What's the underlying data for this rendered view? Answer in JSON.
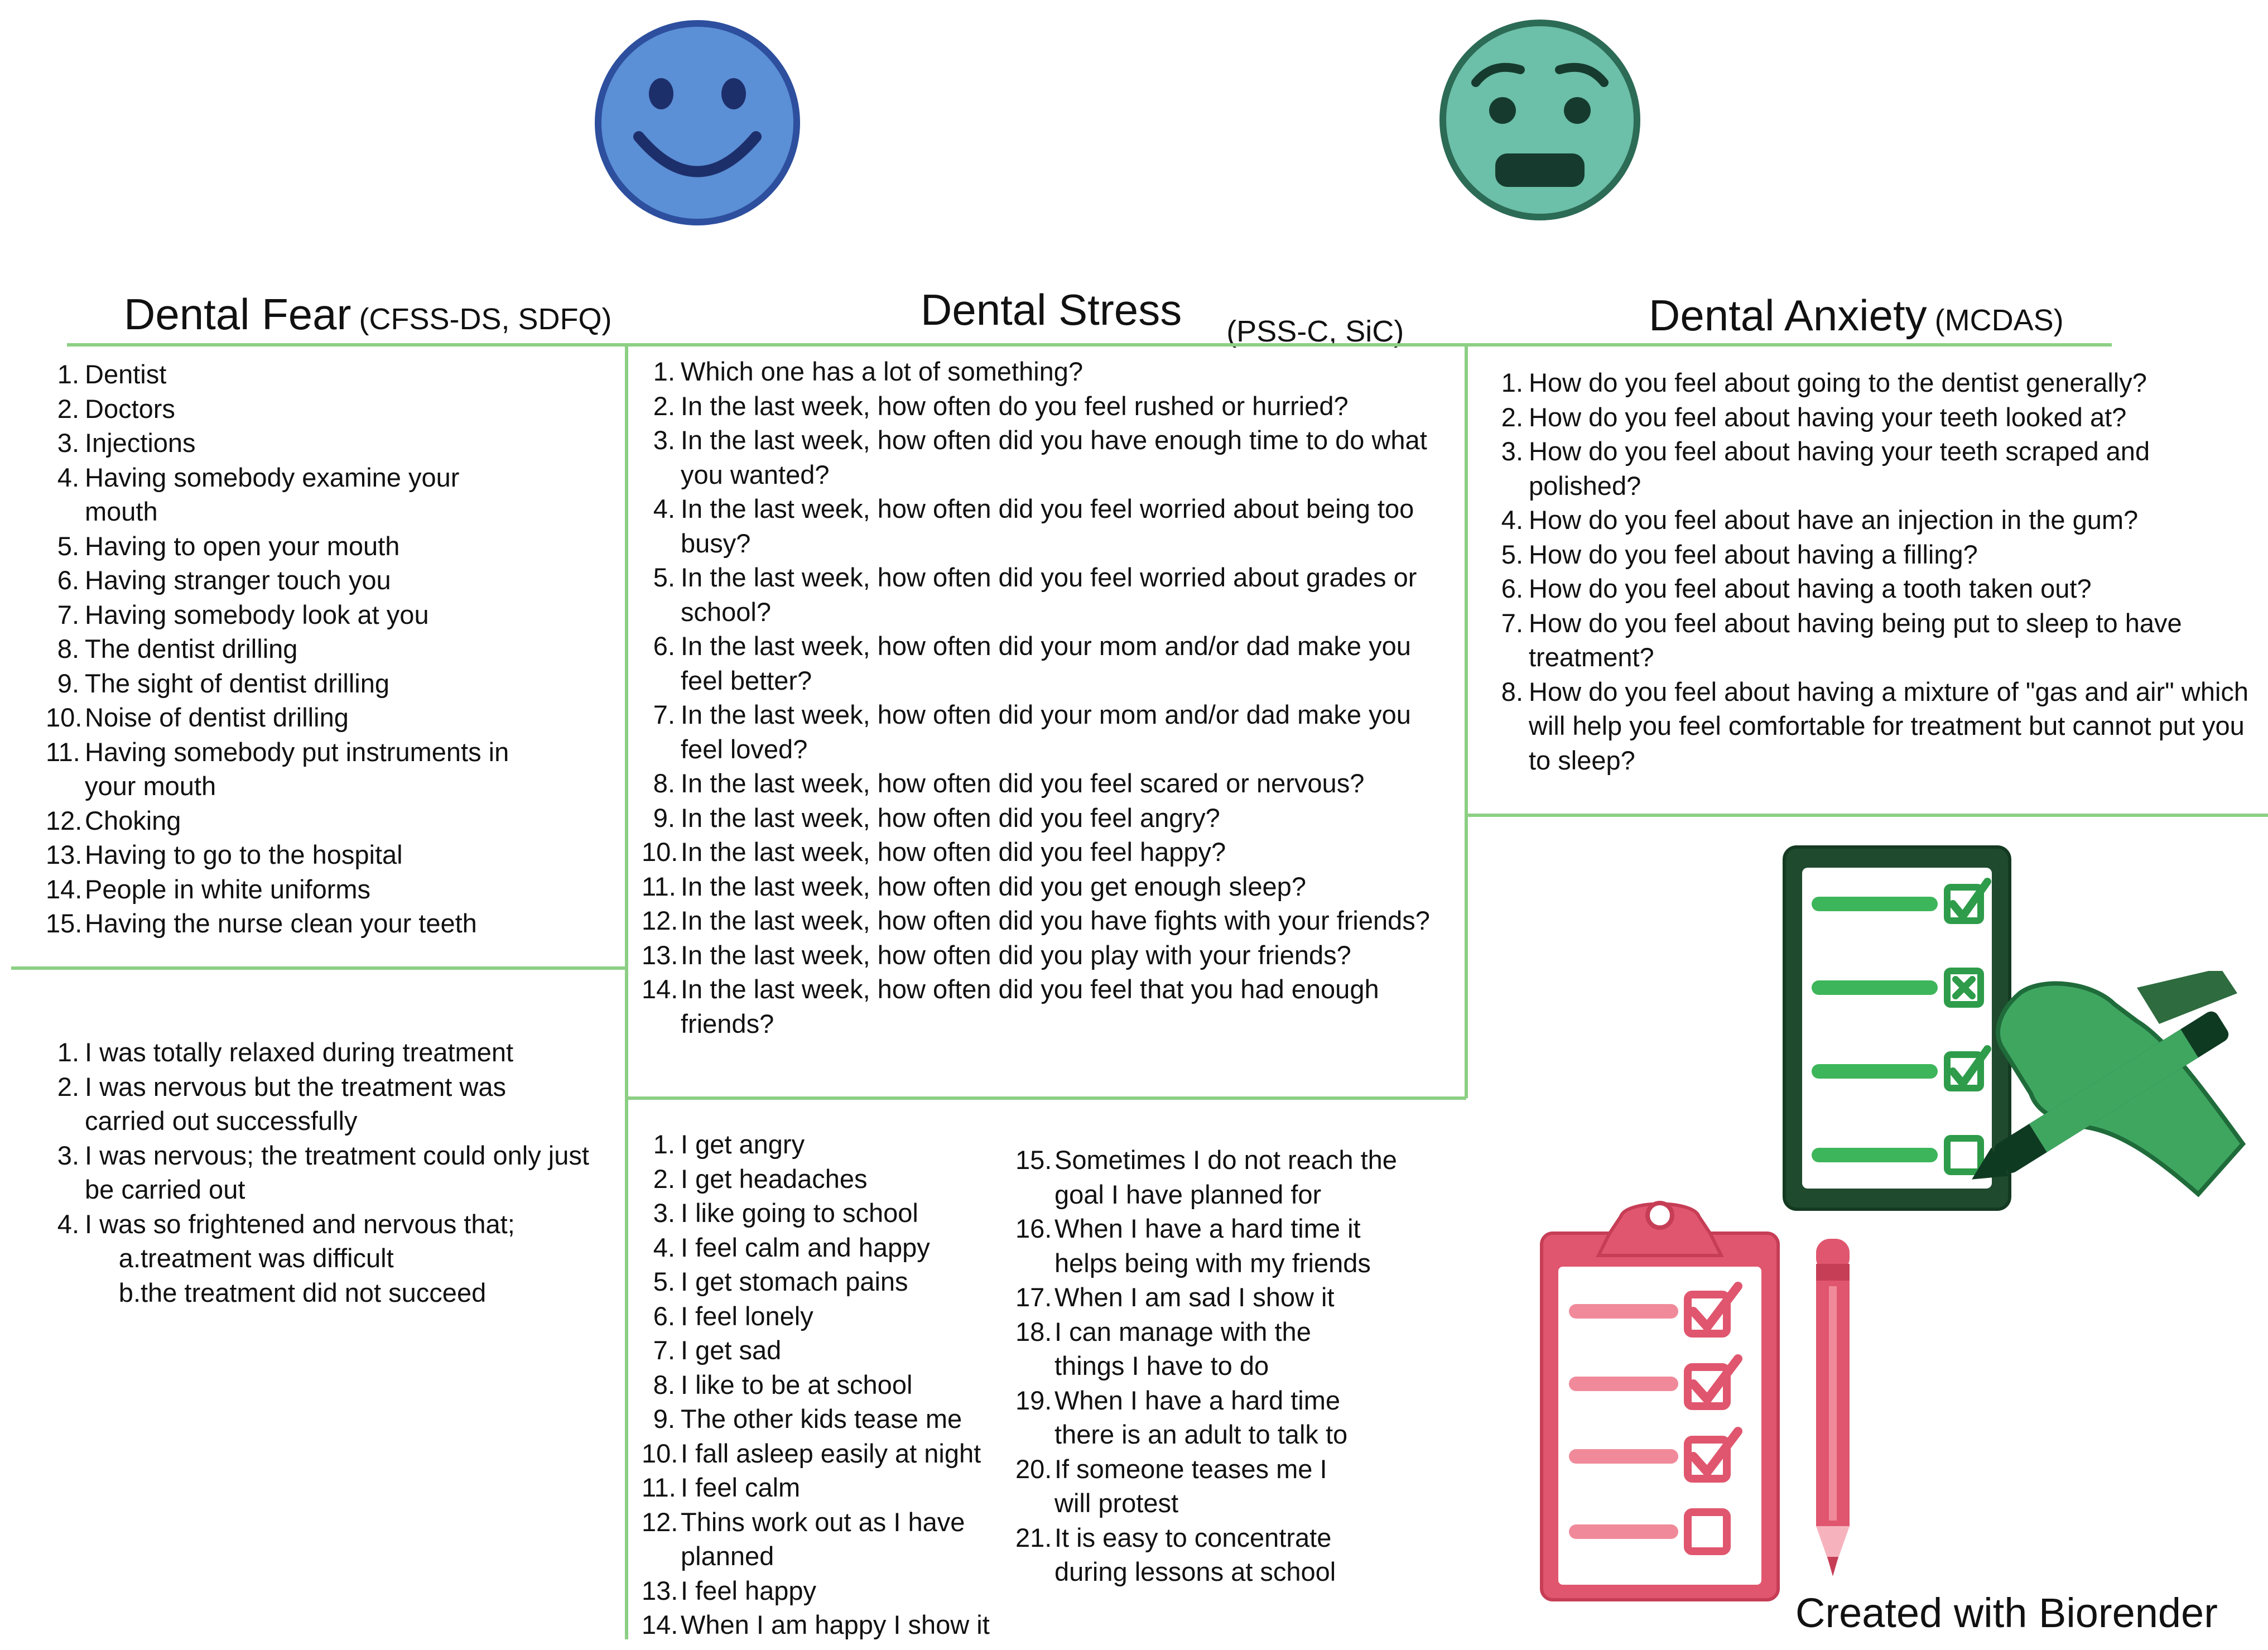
{
  "colors": {
    "divider": "#8ccf84",
    "happy_face": "#5b8fd6",
    "worried_face": "#6cbfa8",
    "checklist_green": "#1f7a3e",
    "clipboard_pink": "#e0566e"
  },
  "icons": [
    "happy-face-icon",
    "worried-face-icon",
    "checklist-tablet-icon",
    "hand-pen-icon",
    "clipboard-checklist-icon",
    "pencil-icon"
  ],
  "fear": {
    "title": "Dental Fear",
    "subtitle": "(CFSS-DS, SDFQ)",
    "list1": [
      {
        "n": "1",
        "text": "Dentist"
      },
      {
        "n": "2",
        "text": "Doctors"
      },
      {
        "n": "3",
        "text": "Injections"
      },
      {
        "n": "4",
        "text": "Having somebody examine your mouth"
      },
      {
        "n": "5",
        "text": "Having to open your mouth"
      },
      {
        "n": "6",
        "text": "Having stranger touch you"
      },
      {
        "n": "7",
        "text": "Having somebody look at you"
      },
      {
        "n": "8",
        "text": "The dentist drilling"
      },
      {
        "n": "9",
        "text": "The sight of dentist drilling"
      },
      {
        "n": "10",
        "text": "Noise of dentist drilling"
      },
      {
        "n": "11",
        "text": "Having somebody put instruments in your mouth"
      },
      {
        "n": "12",
        "text": "Choking"
      },
      {
        "n": "13",
        "text": "Having to go to the hospital"
      },
      {
        "n": "14",
        "text": "People in white uniforms"
      },
      {
        "n": "15",
        "text": "Having the nurse clean your teeth"
      }
    ],
    "list2": [
      {
        "n": "1",
        "text": "I was totally relaxed during treatment"
      },
      {
        "n": "2",
        "text": "I was nervous but the treatment was carried out successfully"
      },
      {
        "n": "3",
        "text": "I was nervous; the treatment could only just be carried out"
      },
      {
        "n": "4",
        "text": "I was so frightened and nervous that;"
      }
    ],
    "list2_sub": [
      {
        "n": "a",
        "text": "treatment was difficult"
      },
      {
        "n": "b",
        "text": "the treatment did not succeed"
      }
    ]
  },
  "stress": {
    "title": "Dental Stress",
    "subtitle": "(PSS-C, SiC)",
    "list1": [
      {
        "n": "1",
        "text": "Which one has a lot of something?"
      },
      {
        "n": "2",
        "text": "In the last week, how often do you feel rushed or hurried?"
      },
      {
        "n": "3",
        "text": "In the last week, how often did you have enough time to do what you wanted?"
      },
      {
        "n": "4",
        "text": "In the last week, how often did you feel worried about being too busy?"
      },
      {
        "n": "5",
        "text": "In the last week, how often did you feel worried about grades or school?"
      },
      {
        "n": "6",
        "text": "In the last week, how often did your mom and/or dad make you feel better?"
      },
      {
        "n": "7",
        "text": "In the last week, how often did your mom and/or dad make you feel loved?"
      },
      {
        "n": "8",
        "text": "In the last week, how often did you feel scared or nervous?"
      },
      {
        "n": "9",
        "text": "In the last week, how often did you feel angry?"
      },
      {
        "n": "10",
        "text": "In the last week, how often did you feel happy?"
      },
      {
        "n": "11",
        "text": "In the last week, how often did you get enough sleep?"
      },
      {
        "n": "12",
        "text": "In the last week, how often did you have fights with your friends?"
      },
      {
        "n": "13",
        "text": "In the last week, how often did you play with your friends?"
      },
      {
        "n": "14",
        "text": "In the last week, how often did you feel that you had enough friends?"
      }
    ],
    "list2a": [
      {
        "n": "1",
        "text": "I get angry"
      },
      {
        "n": "2",
        "text": "I get headaches"
      },
      {
        "n": "3",
        "text": "I like going to school"
      },
      {
        "n": "4",
        "text": "I feel calm and happy"
      },
      {
        "n": "5",
        "text": "I get stomach pains"
      },
      {
        "n": "6",
        "text": "I feel lonely"
      },
      {
        "n": "7",
        "text": "I get sad"
      },
      {
        "n": "8",
        "text": "I like to be at school"
      },
      {
        "n": "9",
        "text": "The other kids tease me"
      },
      {
        "n": "10",
        "text": "I fall asleep easily at night"
      },
      {
        "n": "11",
        "text": "I feel calm"
      },
      {
        "n": "12",
        "text": "Thins work out as I have planned"
      },
      {
        "n": "13",
        "text": "I feel happy"
      },
      {
        "n": "14",
        "text": "When I am happy I show it"
      }
    ],
    "list2b": [
      {
        "n": "15",
        "text": "Sometimes I do not reach the goal I have planned for"
      },
      {
        "n": "16",
        "text": "When I have a hard time it helps being with my friends"
      },
      {
        "n": "17",
        "text": "When I am sad I show it"
      },
      {
        "n": "18",
        "text": "I can manage with the things I have to do"
      },
      {
        "n": "19",
        "text": "When I have a hard time there is an adult to talk to"
      },
      {
        "n": "20",
        "text": "If someone teases me I will protest"
      },
      {
        "n": "21",
        "text": "It is easy to concentrate during lessons at school"
      }
    ]
  },
  "anxiety": {
    "title": "Dental Anxiety",
    "subtitle": "(MCDAS)",
    "list1": [
      {
        "n": "1",
        "text": "How do you feel about going to the dentist generally?"
      },
      {
        "n": "2",
        "text": "How do you feel about having your teeth looked at?"
      },
      {
        "n": "3",
        "text": "How do you feel about having your teeth scraped and polished?"
      },
      {
        "n": "4",
        "text": "How do you feel about have an injection in the gum?"
      },
      {
        "n": "5",
        "text": "How do you feel about having a filling?"
      },
      {
        "n": "6",
        "text": "How do you feel about having a tooth taken out?"
      },
      {
        "n": "7",
        "text": "How do you feel about having being put to sleep to have treatment?"
      },
      {
        "n": "8",
        "text": "How do you feel about having a mixture of \"gas and air\" which will help you feel comfortable for treatment but cannot put you to sleep?"
      }
    ]
  },
  "credit": "Created with Biorender"
}
